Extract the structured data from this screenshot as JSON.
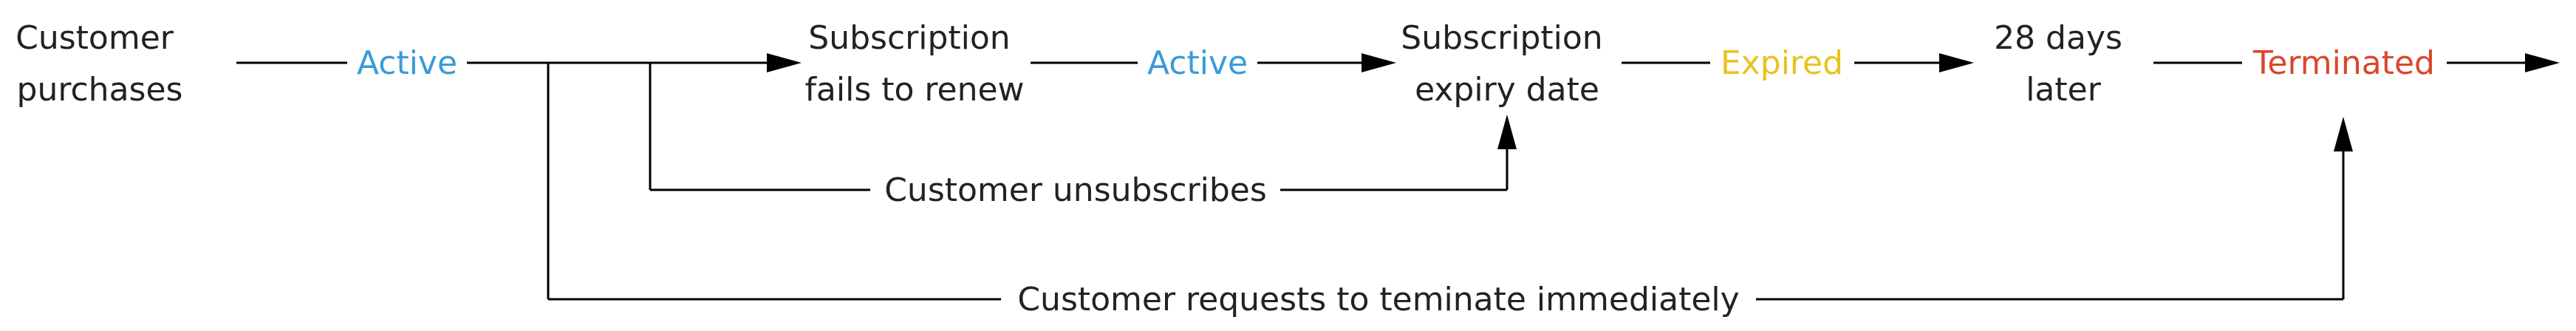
{
  "nodes": {
    "customer_purchases": {
      "lines": [
        "Customer",
        "purchases"
      ]
    },
    "subscription_fails": {
      "lines": [
        "Subscription",
        "fails to renew"
      ]
    },
    "subscription_expiry": {
      "lines": [
        "Subscription",
        "expiry date"
      ]
    },
    "days_later": {
      "lines": [
        "28 days",
        "later"
      ]
    }
  },
  "states": {
    "active_1": {
      "label": "Active",
      "color": "#3a9ad9"
    },
    "active_2": {
      "label": "Active",
      "color": "#3a9ad9"
    },
    "expired": {
      "label": "Expired",
      "color": "#e8c31d"
    },
    "terminated": {
      "label": "Terminated",
      "color": "#d9472b"
    }
  },
  "edges": {
    "unsubscribe": {
      "label": "Customer unsubscribes"
    },
    "terminate": {
      "label": "Customer requests to teminate immediately"
    }
  }
}
